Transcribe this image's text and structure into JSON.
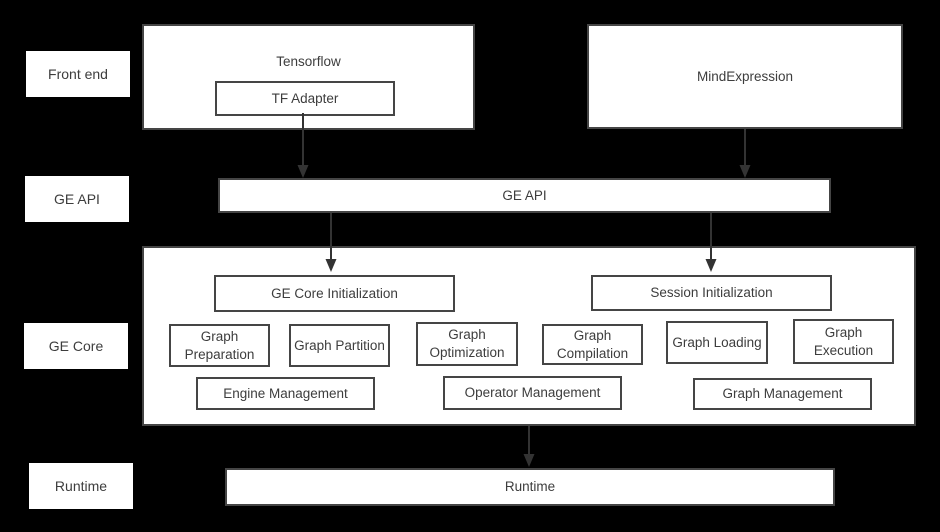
{
  "side_labels": {
    "front_end": "Front end",
    "ge_api": "GE API",
    "ge_core": "GE Core",
    "runtime": "Runtime"
  },
  "front_end": {
    "tensorflow_title": "Tensorflow",
    "tf_adapter": "TF Adapter",
    "mind_expression": "MindExpression"
  },
  "ge_api": {
    "label": "GE API"
  },
  "ge_core": {
    "initialization": [
      "GE Core Initialization",
      "Session Initialization"
    ],
    "stages": [
      "Graph Preparation",
      "Graph Partition",
      "Graph Optimization",
      "Graph Compilation",
      "Graph Loading",
      "Graph Execution"
    ],
    "management": [
      "Engine Management",
      "Operator Management",
      "Graph Management"
    ]
  },
  "runtime": {
    "label": "Runtime"
  },
  "colors": {
    "background": "#000000",
    "box_fill": "#ffffff",
    "box_border": "#454545",
    "text": "#3d3d3d",
    "arrow": "#333333"
  }
}
